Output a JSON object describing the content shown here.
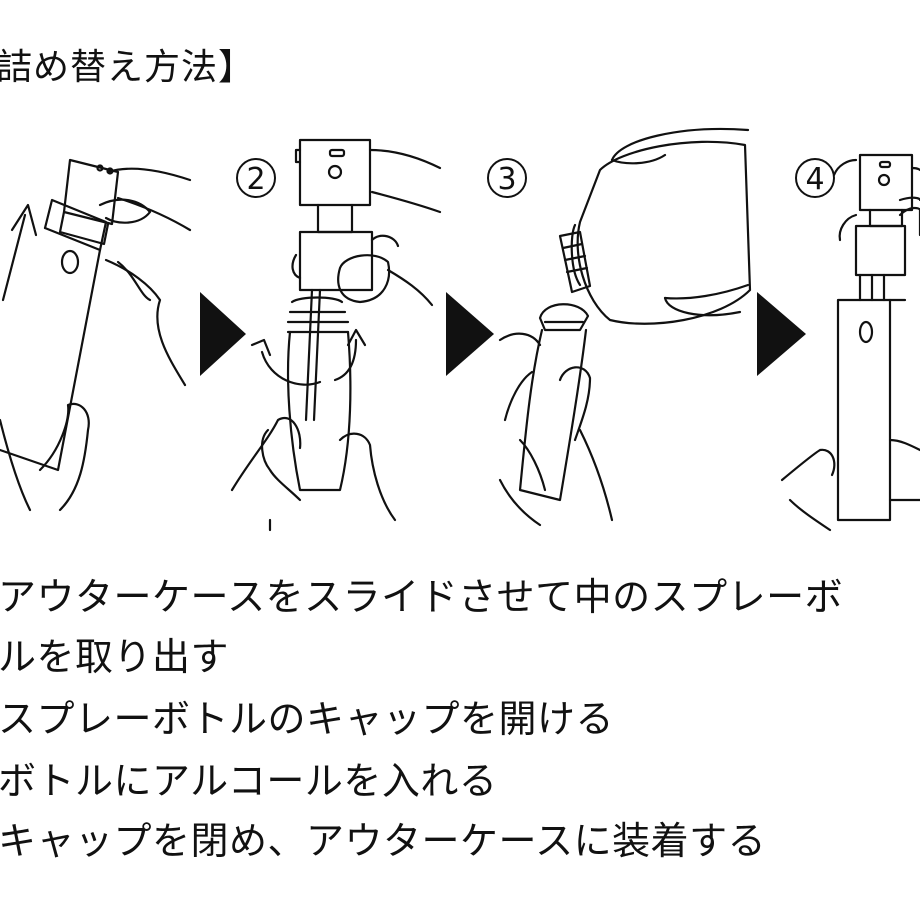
{
  "title": "詰め替え方法】",
  "steps": [
    {
      "num": "2"
    },
    {
      "num": "3"
    },
    {
      "num": "4"
    }
  ],
  "instructions": [
    "アウターケースをスライドさせて中のスプレーボ",
    "ルを取り出す",
    "スプレーボトルのキャップを開ける",
    "ボトルにアルコールを入れる",
    "キャップを閉め、アウターケースに装着する"
  ]
}
